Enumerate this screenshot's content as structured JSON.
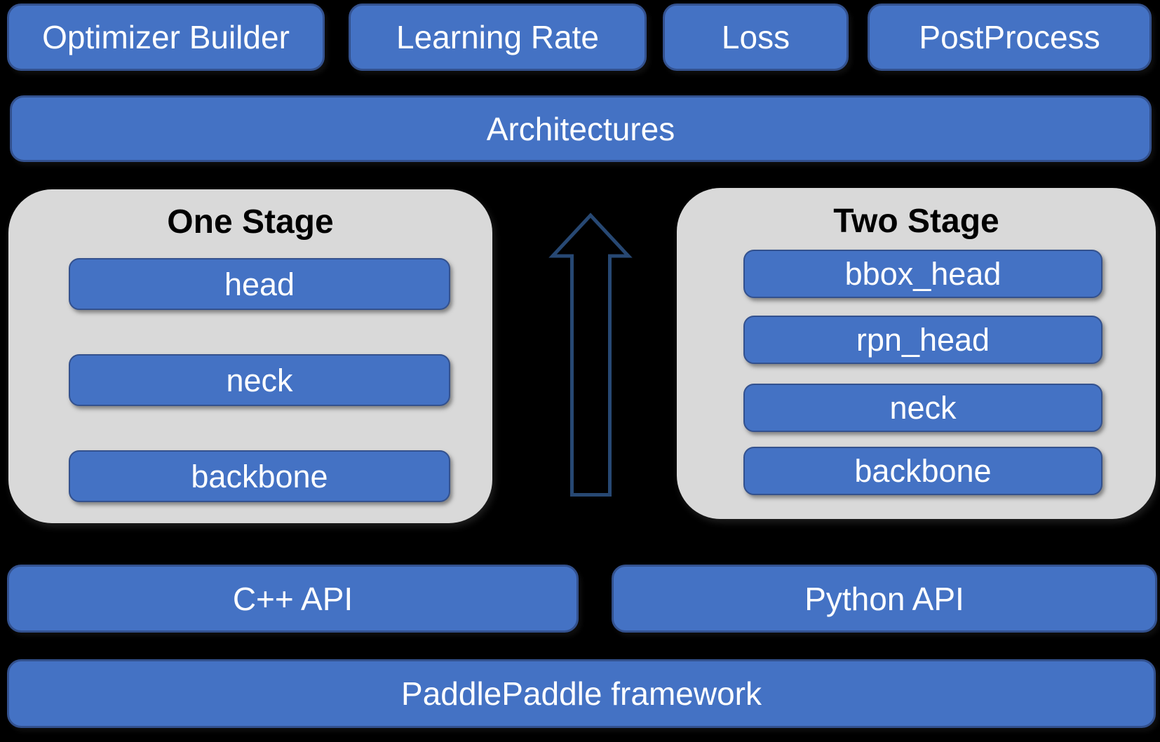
{
  "diagram": {
    "top_row": [
      {
        "label": "Optimizer Builder"
      },
      {
        "label": "Learning Rate"
      },
      {
        "label": "Loss"
      },
      {
        "label": "PostProcess"
      }
    ],
    "architectures_label": "Architectures",
    "one_stage": {
      "title": "One Stage",
      "layers": [
        "head",
        "neck",
        "backbone"
      ]
    },
    "two_stage": {
      "title": "Two Stage",
      "layers": [
        "bbox_head",
        "rpn_head",
        "neck",
        "backbone"
      ]
    },
    "arrow_icon": "up-arrow-icon",
    "apis": {
      "cpp_label": "C++ API",
      "python_label": "Python API"
    },
    "framework_label": "PaddlePaddle framework",
    "colors": {
      "background": "#000000",
      "box_fill": "#4472C4",
      "box_border": "#33518E",
      "panel_fill": "#D9D9D9",
      "title_text": "#000000",
      "label_text": "#FFFFFF",
      "arrow_stroke": "#274873"
    }
  }
}
